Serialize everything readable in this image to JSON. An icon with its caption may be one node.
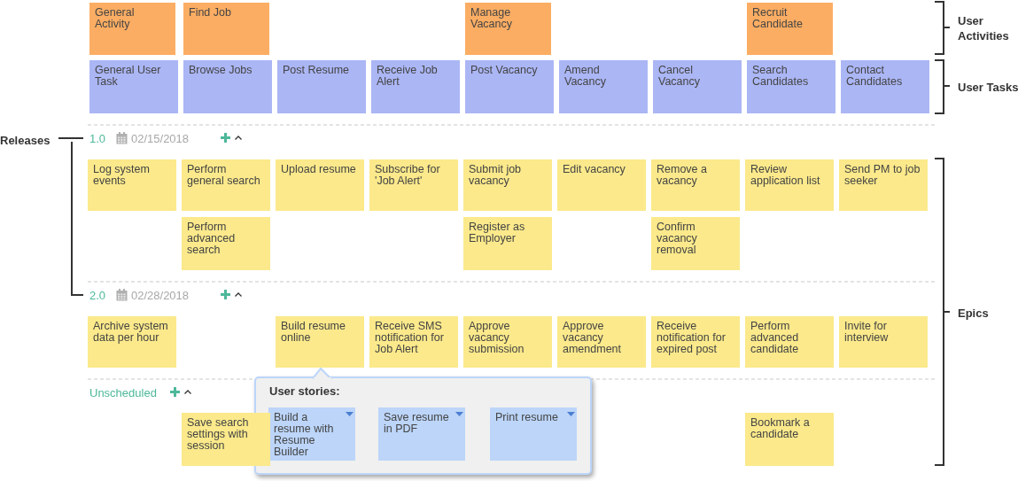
{
  "diagram": {
    "nodes": [
      {
        "text": [
          "General Activity"
        ]
      },
      {
        "text": [
          "Find Job"
        ]
      },
      {
        "text": [
          "Manage Vacancy"
        ]
      },
      {
        "text": [
          "Recruit Candidate"
        ]
      },
      {
        "text": [
          "General User Task"
        ]
      },
      {
        "text": [
          "Browse Jobs"
        ]
      },
      {
        "text": [
          "Post Resume"
        ]
      },
      {
        "text": [
          "Receive Job Alert"
        ]
      },
      {
        "text": [
          "Post Vacancy"
        ]
      },
      {
        "text": [
          "Amend Vacancy"
        ]
      },
      {
        "text": [
          "Cancel Vacancy"
        ]
      },
      {
        "text": [
          "Search Candidates"
        ]
      },
      {
        "text": [
          "Contact Candidates"
        ]
      },
      {
        "text": [
          "Log system events"
        ]
      },
      {
        "text": [
          "Perform general search"
        ]
      },
      {
        "text": [
          "Upload resume"
        ]
      },
      {
        "text": [
          "Subscribe for 'Job Alert'"
        ]
      },
      {
        "text": [
          "Submit job vacancy"
        ]
      },
      {
        "text": [
          "Edit vacancy"
        ]
      },
      {
        "text": [
          "Remove a vacancy"
        ]
      },
      {
        "text": [
          "Review application list"
        ]
      },
      {
        "text": [
          "Send PM to job seeker"
        ]
      },
      {
        "text": [
          "Perform advanced search"
        ]
      },
      {
        "text": [
          "Register as Employer"
        ]
      },
      {
        "text": [
          "Confirm vacancy removal"
        ]
      },
      {
        "text": [
          "Archive system data per hour"
        ]
      },
      {
        "text": [
          "Build resume online"
        ]
      },
      {
        "text": [
          "Receive SMS notification for Job Alert"
        ]
      },
      {
        "text": [
          "Approve vacancy submission"
        ]
      },
      {
        "text": [
          "Approve vacancy amendment"
        ]
      },
      {
        "text": [
          "Receive notification for expired post"
        ]
      },
      {
        "text": [
          "Perform advanced candidate"
        ]
      },
      {
        "text": [
          "Invite for interview"
        ]
      },
      {
        "text": [
          "User stories:"
        ]
      },
      {
        "text": [
          "Build a resume with Resume Builder"
        ],
        "in": 33
      },
      {
        "text": [
          "Save resume in PDF"
        ],
        "in": 33
      },
      {
        "text": [
          "Print resume"
        ],
        "in": 33
      },
      {
        "text": [
          "Save search settings with session"
        ]
      },
      {
        "text": [
          "Bookmark a candidate"
        ]
      }
    ],
    "labels": [
      "User Activities",
      "User Tasks",
      "Releases",
      "1.0",
      "02/15/2018",
      "2.0",
      "02/28/2018",
      "Epics",
      "Unscheduled"
    ]
  }
}
